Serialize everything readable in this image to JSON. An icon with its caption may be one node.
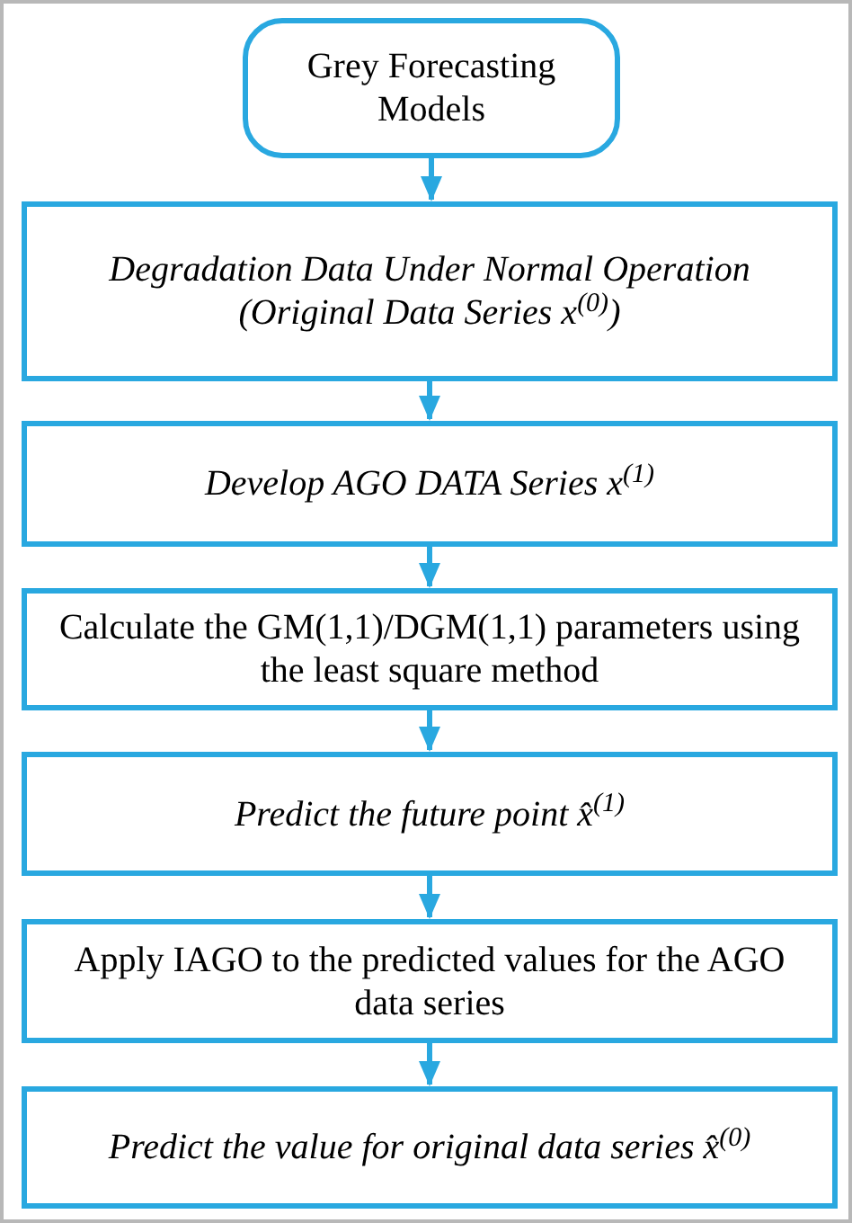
{
  "diagram": {
    "nodes": [
      {
        "text": [
          "Grey Forecasting Models"
        ]
      },
      {
        "text": [
          "Degradation Data Under Normal Operation (Original Data Series x$^{(0)}$)"
        ]
      },
      {
        "text": [
          "Develop AGO DATA Series x$^{(1)}$"
        ]
      },
      {
        "text": [
          "Calculate the GM(1,1)/DGM(1,1) parameters using the least square method"
        ]
      },
      {
        "text": [
          "Predict the future point x̂$^{(1)}$"
        ]
      },
      {
        "text": [
          "Apply IAGO to the predicted values for the AGO data series"
        ]
      },
      {
        "text": [
          "Predict the value for original data series x̂$^{(0)}$"
        ]
      }
    ],
    "edges": [
      {
        "from": 0,
        "to": 1,
        "arrow": "to"
      },
      {
        "from": 1,
        "to": 2,
        "arrow": "to"
      },
      {
        "from": 2,
        "to": 3,
        "arrow": "to"
      },
      {
        "from": 3,
        "to": 4,
        "arrow": "to"
      },
      {
        "from": 4,
        "to": 5,
        "arrow": "to"
      },
      {
        "from": 5,
        "to": 6,
        "arrow": "to"
      }
    ]
  }
}
